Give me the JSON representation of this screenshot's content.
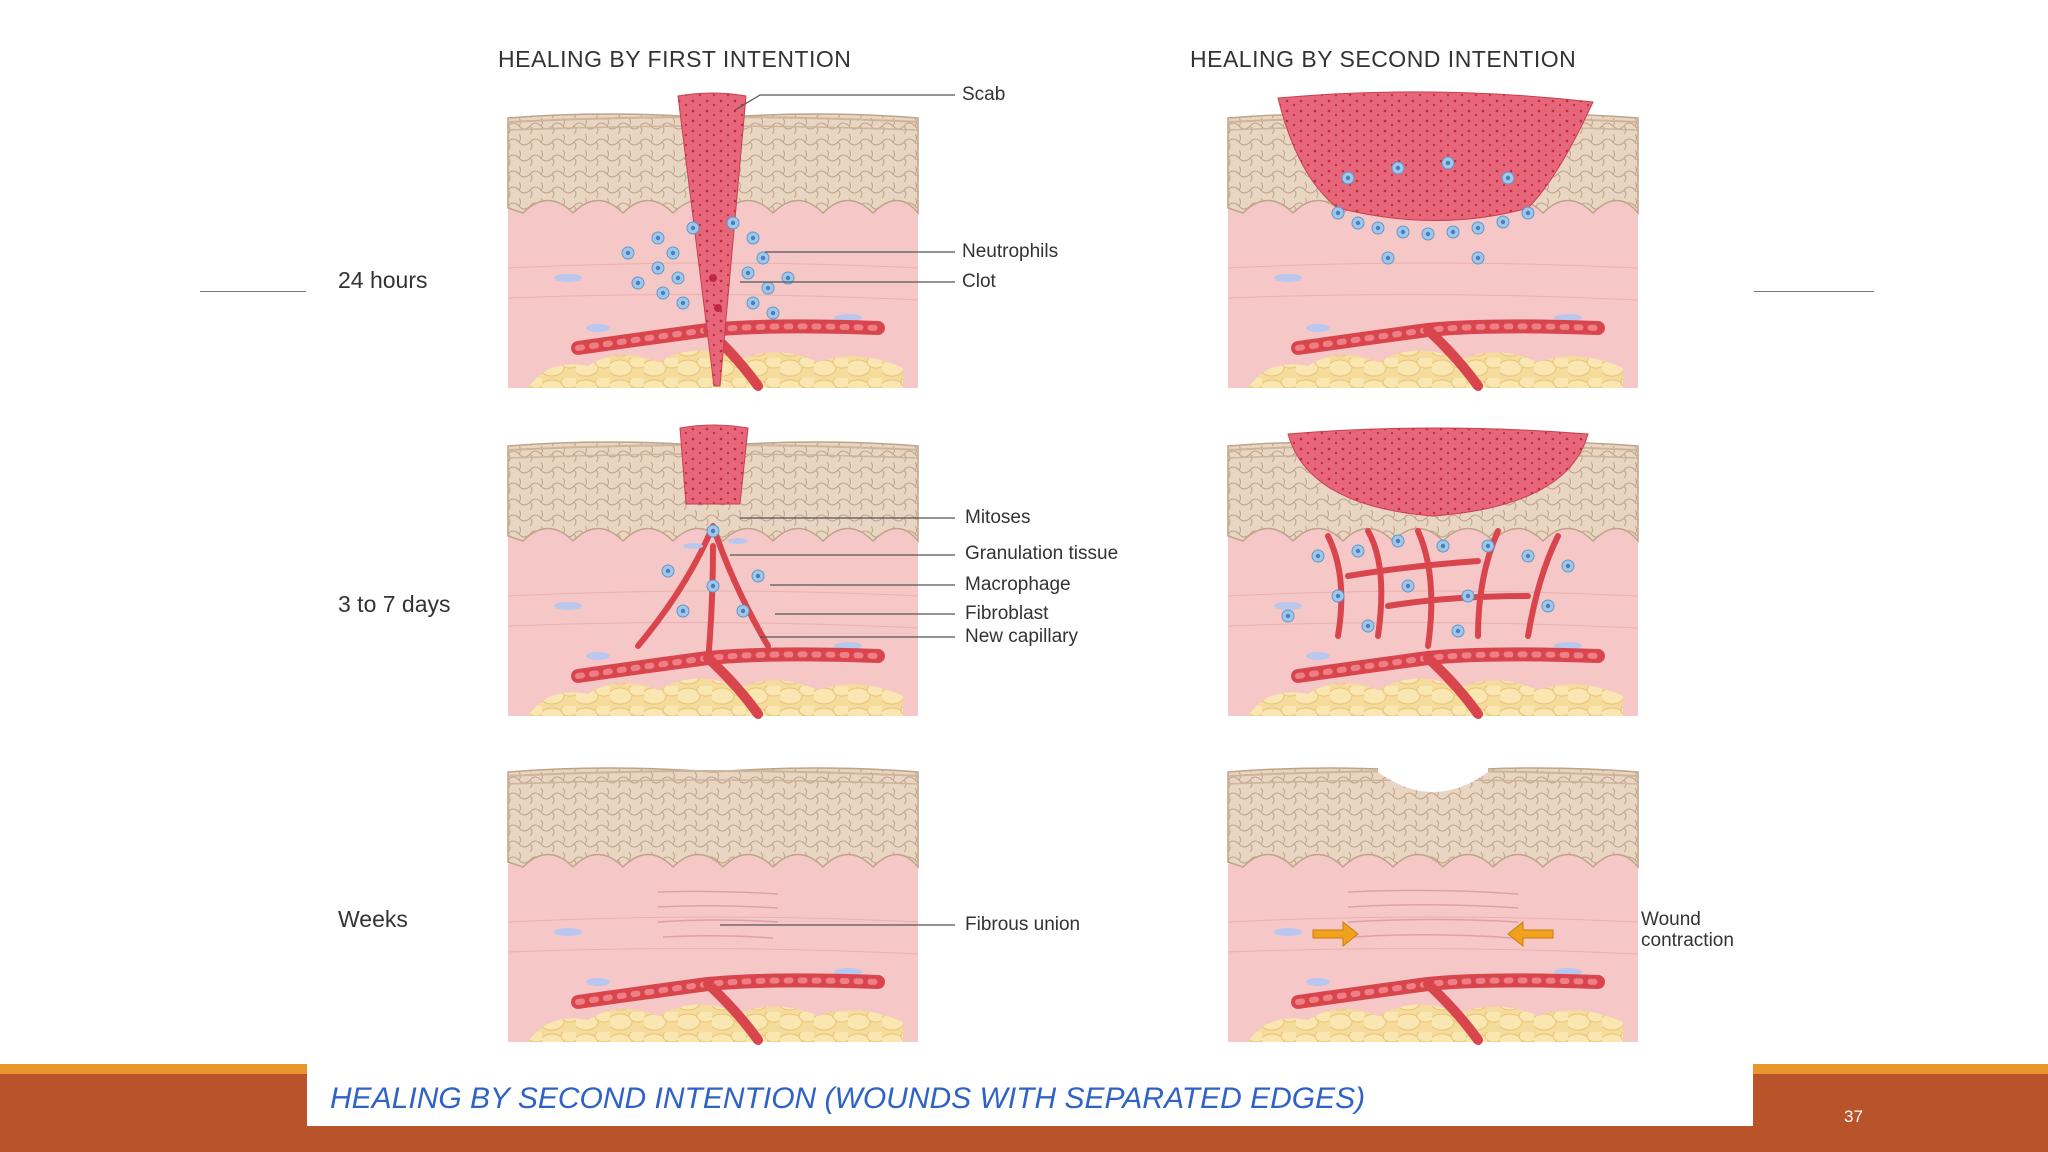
{
  "titles": {
    "first": "HEALING BY FIRST INTENTION",
    "second": "HEALING BY SECOND INTENTION"
  },
  "rows": {
    "r1": "24 hours",
    "r2": "3 to 7 days",
    "r3": "Weeks"
  },
  "labels": {
    "scab": "Scab",
    "neutrophils": "Neutrophils",
    "clot": "Clot",
    "mitoses": "Mitoses",
    "granulation": "Granulation tissue",
    "macrophage": "Macrophage",
    "fibroblast": "Fibroblast",
    "capillary": "New capillary",
    "fibrous": "Fibrous union",
    "wound_contraction_1": "Wound",
    "wound_contraction_2": "contraction"
  },
  "caption": "HEALING BY SECOND INTENTION (WOUNDS WITH SEPARATED EDGES)",
  "page_number": "37",
  "colors": {
    "accent_bar": "#b9542a",
    "accent_stripe": "#e8952c",
    "caption_text": "#2f62c7"
  }
}
